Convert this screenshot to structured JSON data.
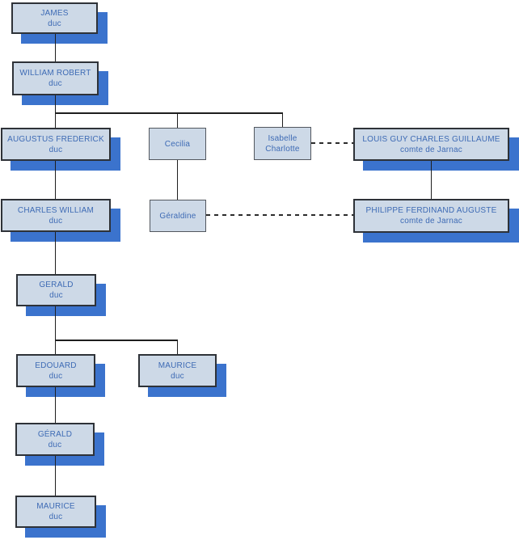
{
  "diagram": {
    "type": "family-tree-org-chart",
    "colors": {
      "background": "#ffffff",
      "box_fill": "#cdd9e7",
      "box_border_dark": "#2e3238",
      "box_border_plain": "#52575e",
      "drop_shadow_blue": "#3b73cd",
      "text_blue": "#3e6bb5",
      "connector_line": "#1e1e1e"
    }
  },
  "nodes": {
    "james": {
      "line1": "JAMES",
      "line2": "duc"
    },
    "william_robert": {
      "line1": "WILLIAM ROBERT",
      "line2": "duc"
    },
    "augustus_frederick": {
      "line1": "AUGUSTUS FREDERICK",
      "line2": "duc"
    },
    "cecilia": {
      "line1": "Cecilia",
      "line2": ""
    },
    "isabelle_charlotte": {
      "line1": "Isabelle",
      "line2": "Charlotte"
    },
    "louis_guy": {
      "line1": "LOUIS GUY CHARLES GUILLAUME",
      "line2": "comte de Jarnac"
    },
    "charles_william": {
      "line1": "CHARLES WILLIAM",
      "line2": "duc"
    },
    "geraldine": {
      "line1": "Géraldine",
      "line2": ""
    },
    "philippe_ferdinand": {
      "line1": "PHILIPPE FERDINAND AUGUSTE",
      "line2": "comte de Jarnac"
    },
    "gerald": {
      "line1": "GERALD",
      "line2": "duc"
    },
    "edouard": {
      "line1": "EDOUARD",
      "line2": "duc"
    },
    "maurice_1": {
      "line1": "MAURICE",
      "line2": "duc"
    },
    "gerald_2": {
      "line1": "GÉRALD",
      "line2": "duc"
    },
    "maurice_2": {
      "line1": "MAURICE",
      "line2": "duc"
    }
  },
  "edges": {
    "parent_child": [
      [
        "james",
        "william_robert"
      ],
      [
        "william_robert",
        "augustus_frederick"
      ],
      [
        "william_robert",
        "cecilia"
      ],
      [
        "william_robert",
        "isabelle_charlotte"
      ],
      [
        "augustus_frederick",
        "charles_william"
      ],
      [
        "cecilia",
        "geraldine"
      ],
      [
        "louis_guy",
        "philippe_ferdinand"
      ],
      [
        "charles_william",
        "gerald"
      ],
      [
        "gerald",
        "edouard"
      ],
      [
        "gerald",
        "maurice_1"
      ],
      [
        "edouard",
        "gerald_2"
      ],
      [
        "gerald_2",
        "maurice_2"
      ]
    ],
    "marriage_dashed": [
      [
        "isabelle_charlotte",
        "louis_guy"
      ],
      [
        "geraldine",
        "philippe_ferdinand"
      ]
    ]
  }
}
